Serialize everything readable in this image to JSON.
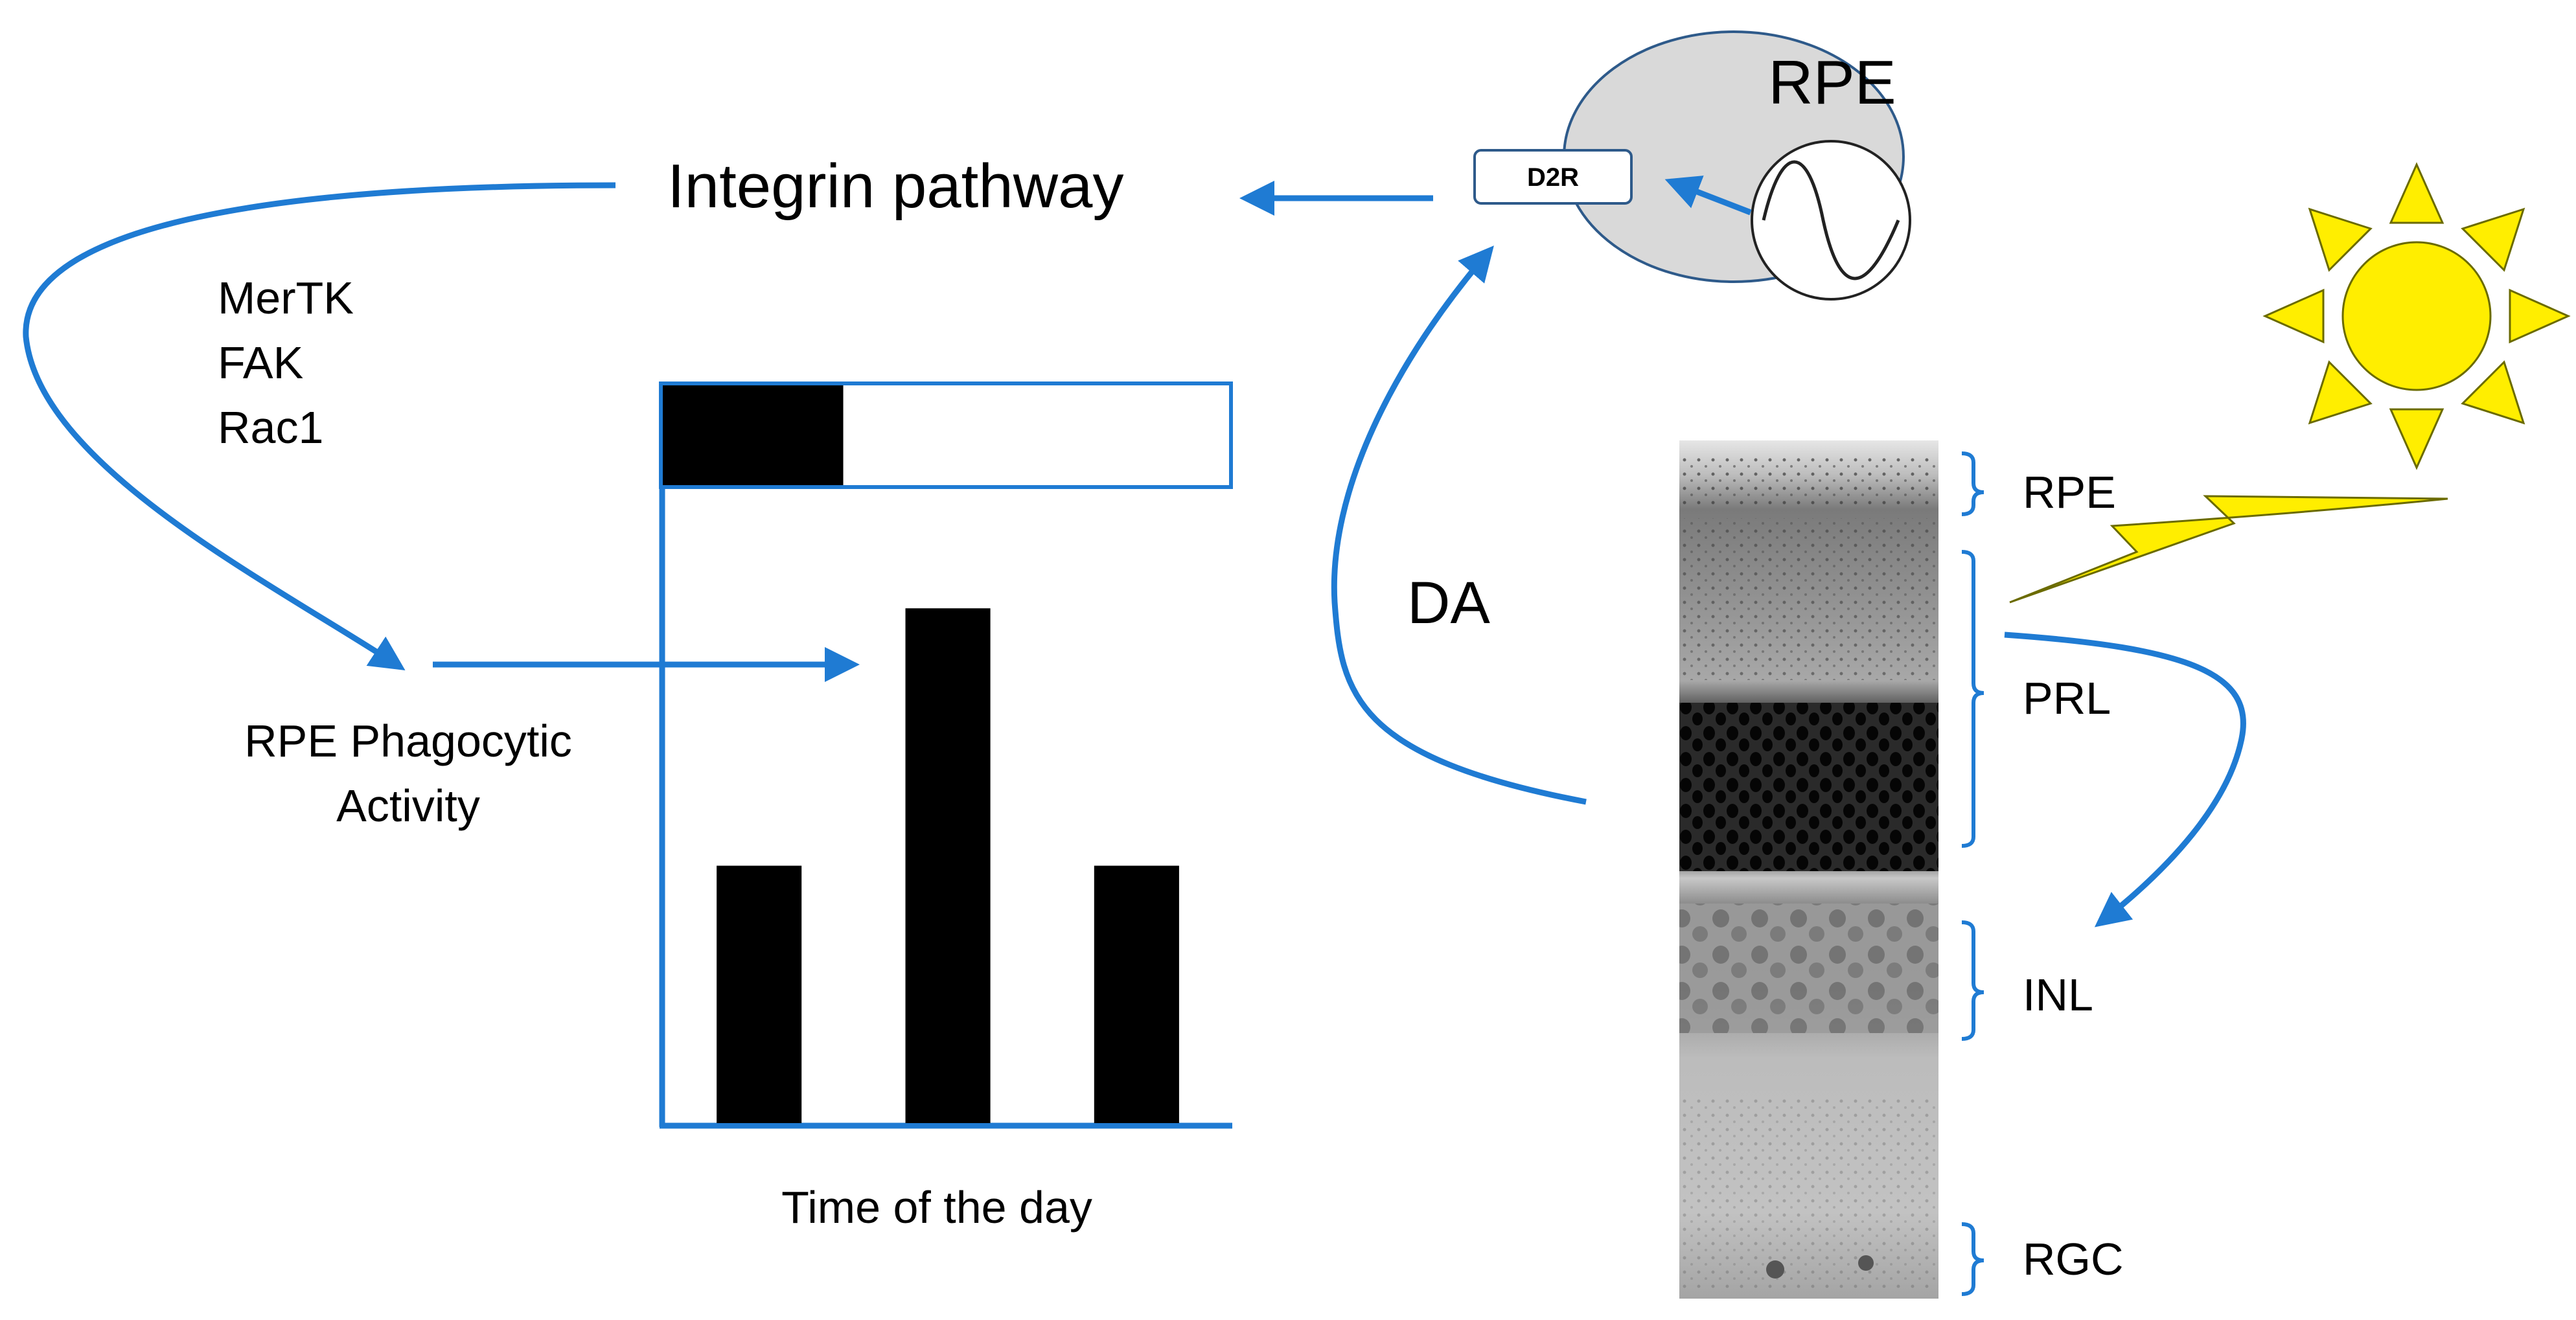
{
  "labels": {
    "integrin_pathway": "Integrin pathway",
    "pathway_items": [
      "MerTK",
      "FAK",
      "Rac1"
    ],
    "phagocytic_line1": "RPE Phagocytic",
    "phagocytic_line2": "Activity",
    "time_axis": "Time of the day",
    "rpe_cell": "RPE",
    "receptor": "D2R",
    "dopamine": "DA",
    "layers": [
      "RPE",
      "PRL",
      "INL",
      "RGC"
    ]
  },
  "chart_data": {
    "type": "bar",
    "categories": [
      "",
      "",
      ""
    ],
    "values": [
      2,
      4,
      2
    ],
    "ylim": [
      0,
      4.6
    ],
    "xlabel": "Time of the day",
    "ylabel": "",
    "light_dark_bar": {
      "dark_fraction": 0.32,
      "light_fraction": 0.68
    }
  },
  "colors": {
    "arrow": "#1f7bd3",
    "cell_fill": "#d9d9d9",
    "cell_stroke": "#2e5a8a",
    "sun": "#ffee00",
    "sun_stroke": "#6b6b00",
    "bar": "#000000"
  },
  "icons": [
    "sine-oscillator-icon",
    "sun-icon",
    "lightning-bolt-icon"
  ]
}
